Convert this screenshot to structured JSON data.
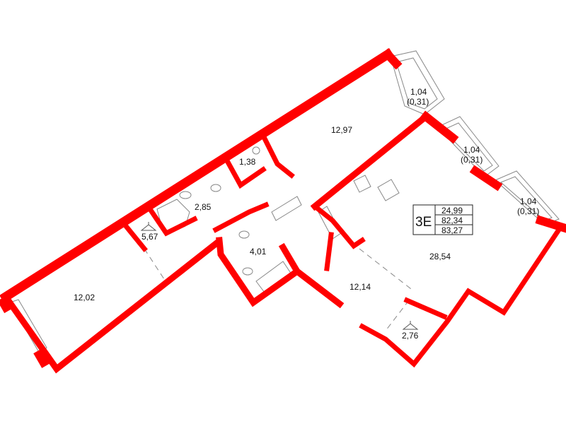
{
  "plan": {
    "wall_color": "#ff0000",
    "rooms": [
      {
        "id": "room-12-97",
        "area": "12,97"
      },
      {
        "id": "room-28-54",
        "area": "28,54"
      },
      {
        "id": "room-12-02",
        "area": "12,02"
      },
      {
        "id": "room-12-14",
        "area": "12,14"
      },
      {
        "id": "room-5-67",
        "area": "5,67"
      },
      {
        "id": "room-2-85",
        "area": "2,85"
      },
      {
        "id": "room-1-38",
        "area": "1,38"
      },
      {
        "id": "room-4-01",
        "area": "4,01"
      },
      {
        "id": "room-2-76",
        "area": "2,76"
      }
    ],
    "balconies": [
      {
        "area": "1,04",
        "reduced": "(0,31)"
      },
      {
        "area": "1,04",
        "reduced": "(0,31)"
      },
      {
        "area": "1,04",
        "reduced": "(0,31)"
      }
    ],
    "info_box": {
      "code": "3E",
      "living_area": "24,99",
      "total_area": "82,34",
      "total_with_balconies": "83,27"
    }
  }
}
